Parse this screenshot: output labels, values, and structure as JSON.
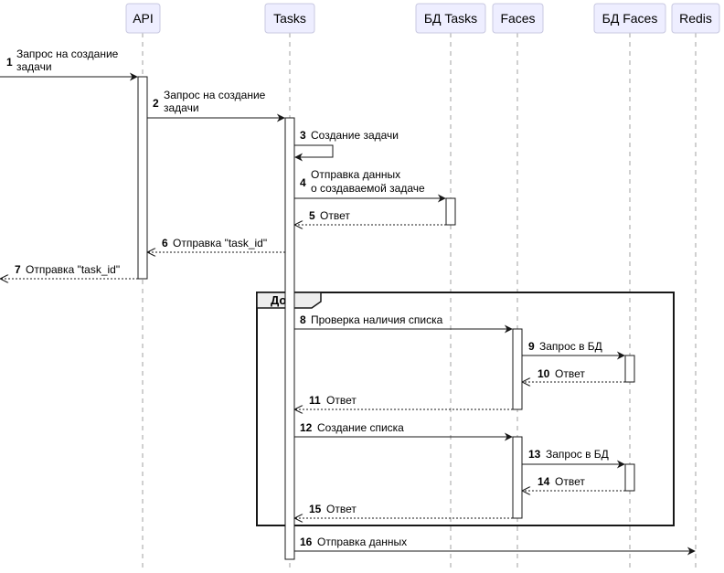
{
  "participants": [
    {
      "id": "api",
      "label": "API"
    },
    {
      "id": "tasks",
      "label": "Tasks"
    },
    {
      "id": "db_tasks",
      "label": "БД Tasks"
    },
    {
      "id": "faces",
      "label": "Faces"
    },
    {
      "id": "db_faces",
      "label": "БД Faces"
    },
    {
      "id": "redis",
      "label": "Redis"
    }
  ],
  "messages": [
    {
      "num": "1",
      "line1": "Запрос на создание",
      "line2": "задачи",
      "from": "external",
      "to": "api",
      "style": "solid"
    },
    {
      "num": "2",
      "line1": "Запрос на создание",
      "line2": "задачи",
      "from": "api",
      "to": "tasks",
      "style": "solid"
    },
    {
      "num": "3",
      "line1": "Создание задачи",
      "line2": "",
      "from": "tasks",
      "to": "tasks",
      "style": "self"
    },
    {
      "num": "4",
      "line1": "Отправка данных",
      "line2": "о создаваемой задаче",
      "from": "tasks",
      "to": "db_tasks",
      "style": "solid"
    },
    {
      "num": "5",
      "line1": "Ответ",
      "line2": "",
      "from": "db_tasks",
      "to": "tasks",
      "style": "dashed"
    },
    {
      "num": "6",
      "line1": "Отправка \"task_id\"",
      "line2": "",
      "from": "tasks",
      "to": "api",
      "style": "dashed"
    },
    {
      "num": "7",
      "line1": "Отправка \"task_id\"",
      "line2": "",
      "from": "api",
      "to": "external",
      "style": "dashed"
    },
    {
      "num": "8",
      "line1": "Проверка наличия списка",
      "line2": "",
      "from": "tasks",
      "to": "faces",
      "style": "solid"
    },
    {
      "num": "9",
      "line1": "Запрос в БД",
      "line2": "",
      "from": "faces",
      "to": "db_faces",
      "style": "solid"
    },
    {
      "num": "10",
      "line1": "Ответ",
      "line2": "",
      "from": "db_faces",
      "to": "faces",
      "style": "dashed"
    },
    {
      "num": "11",
      "line1": "Ответ",
      "line2": "",
      "from": "faces",
      "to": "tasks",
      "style": "dashed"
    },
    {
      "num": "12",
      "line1": "Создание списка",
      "line2": "",
      "from": "tasks",
      "to": "faces",
      "style": "solid"
    },
    {
      "num": "13",
      "line1": "Запрос в БД",
      "line2": "",
      "from": "faces",
      "to": "db_faces",
      "style": "solid"
    },
    {
      "num": "14",
      "line1": "Ответ",
      "line2": "",
      "from": "db_faces",
      "to": "faces",
      "style": "dashed"
    },
    {
      "num": "15",
      "line1": "Ответ",
      "line2": "",
      "from": "faces",
      "to": "tasks",
      "style": "dashed"
    },
    {
      "num": "16",
      "line1": "Отправка данных",
      "line2": "",
      "from": "tasks",
      "to": "redis",
      "style": "solid"
    }
  ],
  "frame": {
    "label": "Доп"
  },
  "colors": {
    "participant_fill": "#eeeeff",
    "participant_stroke": "#c8c8e0",
    "lifeline": "#a0a0a0",
    "line": "#181818",
    "activation_fill": "#ffffff"
  }
}
